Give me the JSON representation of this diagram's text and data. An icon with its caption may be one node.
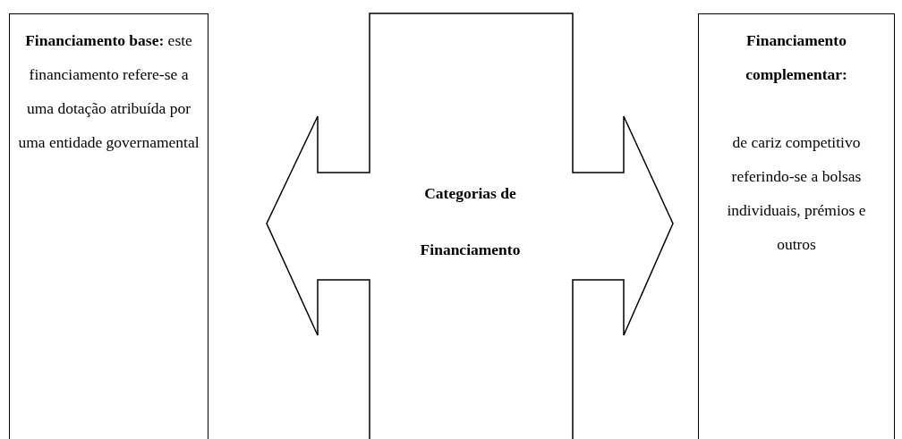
{
  "diagram": {
    "nodes": [
      {
        "text": [
          "**Financiamento base:** este financiamento refere-se a uma dotação atribuída por uma entidade governamental"
        ]
      },
      {
        "text": [
          "Categorias de Financiamento"
        ]
      },
      {
        "text": [
          "Financiamento complementar:",
          "de cariz competitivo referindo-se a bolsas individuais, prémios e outros"
        ]
      }
    ]
  }
}
